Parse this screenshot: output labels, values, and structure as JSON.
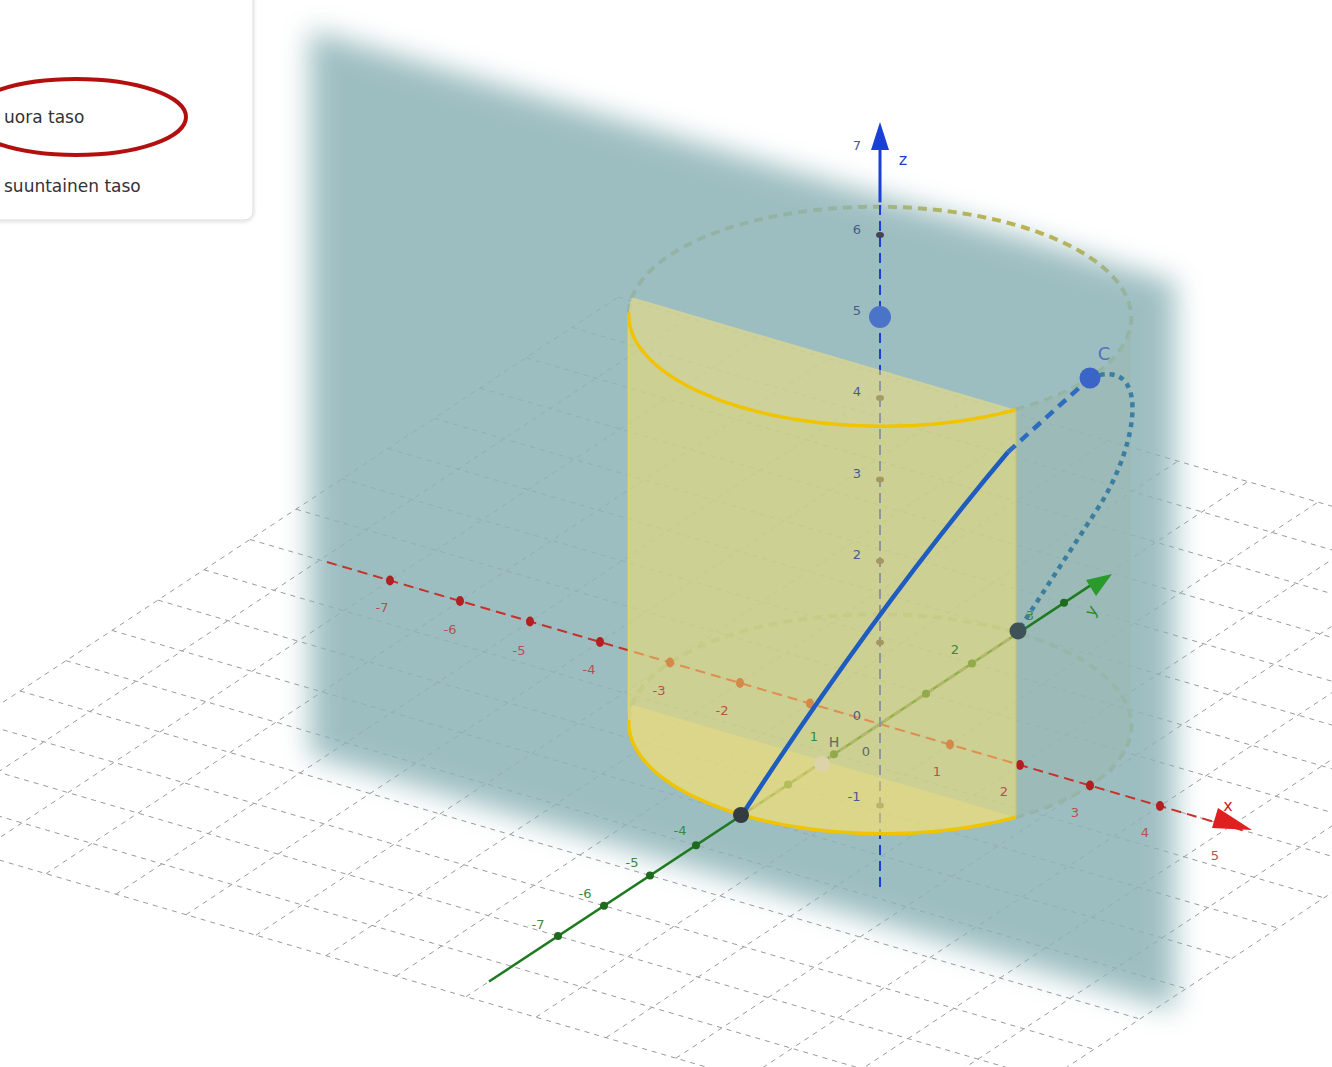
{
  "diagram": {
    "labels": [
      "uora taso",
      "suuntainen taso",
      "7",
      "6",
      "5",
      "4",
      "3",
      "2",
      "0",
      "-1",
      "z",
      "-7",
      "-6",
      "-5",
      "-4",
      "-3",
      "-2",
      "1",
      "2",
      "3",
      "4",
      "5",
      "x",
      "1",
      "2",
      "3",
      "-4",
      "-5",
      "-6",
      "-7",
      "0",
      "y",
      "C",
      "H"
    ]
  }
}
